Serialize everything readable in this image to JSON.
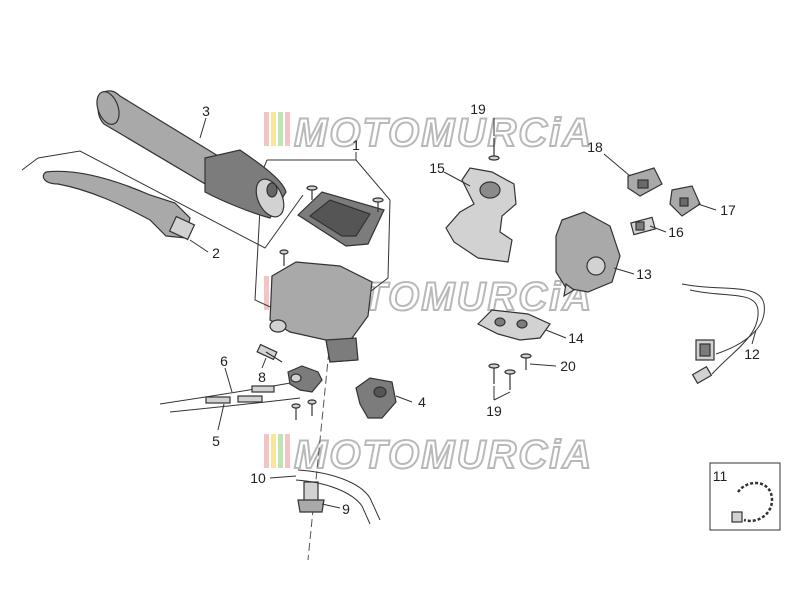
{
  "diagram": {
    "watermark": {
      "text": "MOTOMURCiA",
      "stripe_colors": [
        "#f2c4c4",
        "#f6e79a",
        "#bfe3b2"
      ]
    },
    "callouts": [
      {
        "id": "c1",
        "label": "3"
      },
      {
        "id": "c2",
        "label": "2"
      },
      {
        "id": "c3",
        "label": "1"
      },
      {
        "id": "c4",
        "label": "6"
      },
      {
        "id": "c5",
        "label": "8"
      },
      {
        "id": "c6",
        "label": "5"
      },
      {
        "id": "c7",
        "label": "4"
      },
      {
        "id": "c8",
        "label": "10"
      },
      {
        "id": "c9",
        "label": "9"
      },
      {
        "id": "c10",
        "label": "19"
      },
      {
        "id": "c11",
        "label": "15"
      },
      {
        "id": "c12",
        "label": "18"
      },
      {
        "id": "c13",
        "label": "17"
      },
      {
        "id": "c14",
        "label": "16"
      },
      {
        "id": "c15",
        "label": "13"
      },
      {
        "id": "c16",
        "label": "14"
      },
      {
        "id": "c17",
        "label": "20"
      },
      {
        "id": "c18",
        "label": "19"
      },
      {
        "id": "c19",
        "label": "12"
      },
      {
        "id": "c20",
        "label": "11"
      }
    ]
  }
}
